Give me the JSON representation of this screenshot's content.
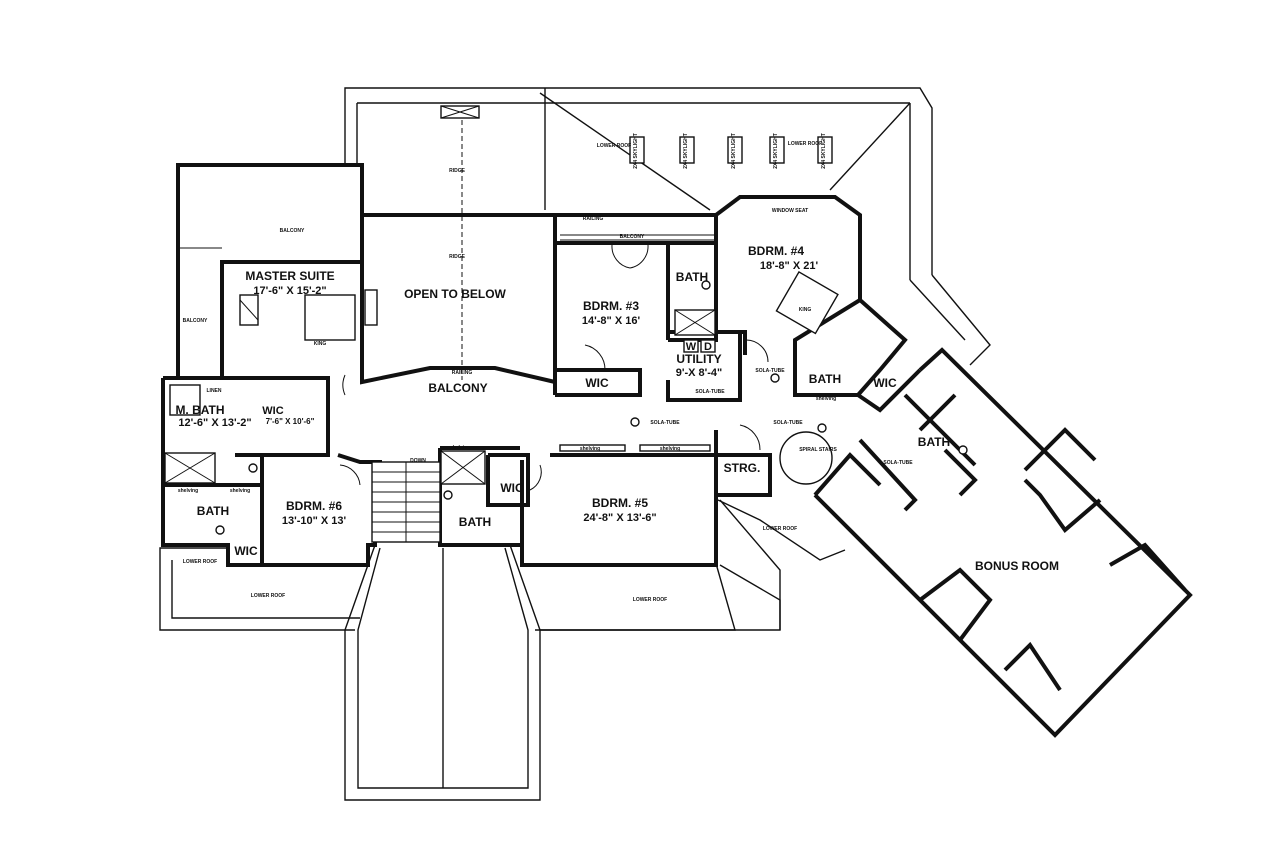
{
  "rooms": {
    "master_suite": {
      "name": "MASTER SUITE",
      "dims": "17'-6\" X 15'-2\""
    },
    "open_to_below": {
      "name": "OPEN TO BELOW"
    },
    "bdrm3": {
      "name": "BDRM. #3",
      "dims": "14'-8\" X 16'"
    },
    "bdrm4": {
      "name": "BDRM. #4",
      "dims": "18'-8\" X 21'"
    },
    "m_bath": {
      "name": "M. BATH",
      "dims": "12'-6\" X 13'-2\""
    },
    "m_wic": {
      "name": "WIC",
      "dims": "7'-6\" X 10'-6\""
    },
    "bdrm6": {
      "name": "BDRM. #6",
      "dims": "13'-10\" X 13'"
    },
    "bdrm5": {
      "name": "BDRM. #5",
      "dims": "24'-8\" X 13'-6\""
    },
    "utility": {
      "name": "UTILITY",
      "dims": "9'-X 8'-4\"",
      "washer": "W",
      "dryer": "D"
    },
    "bonus_room": {
      "name": "BONUS ROOM"
    },
    "balcony": "BALCONY",
    "bath": "BATH",
    "wic": "WIC",
    "strg": "STRG."
  },
  "notes": {
    "balcony_small": "BALCONY",
    "lower_roof": "LOWER ROOF",
    "ridge": "RIDGE",
    "railing": "RAILING",
    "window_seat": "WINDOW SEAT",
    "sola_tube": "SOLA-TUBE",
    "spiral_stairs": "SPIRAL STAIRS",
    "down": "DOWN",
    "linen": "LINEN",
    "shelving": "shelving",
    "king": "KING",
    "skylight": "2X4 SKYLIGHT"
  }
}
